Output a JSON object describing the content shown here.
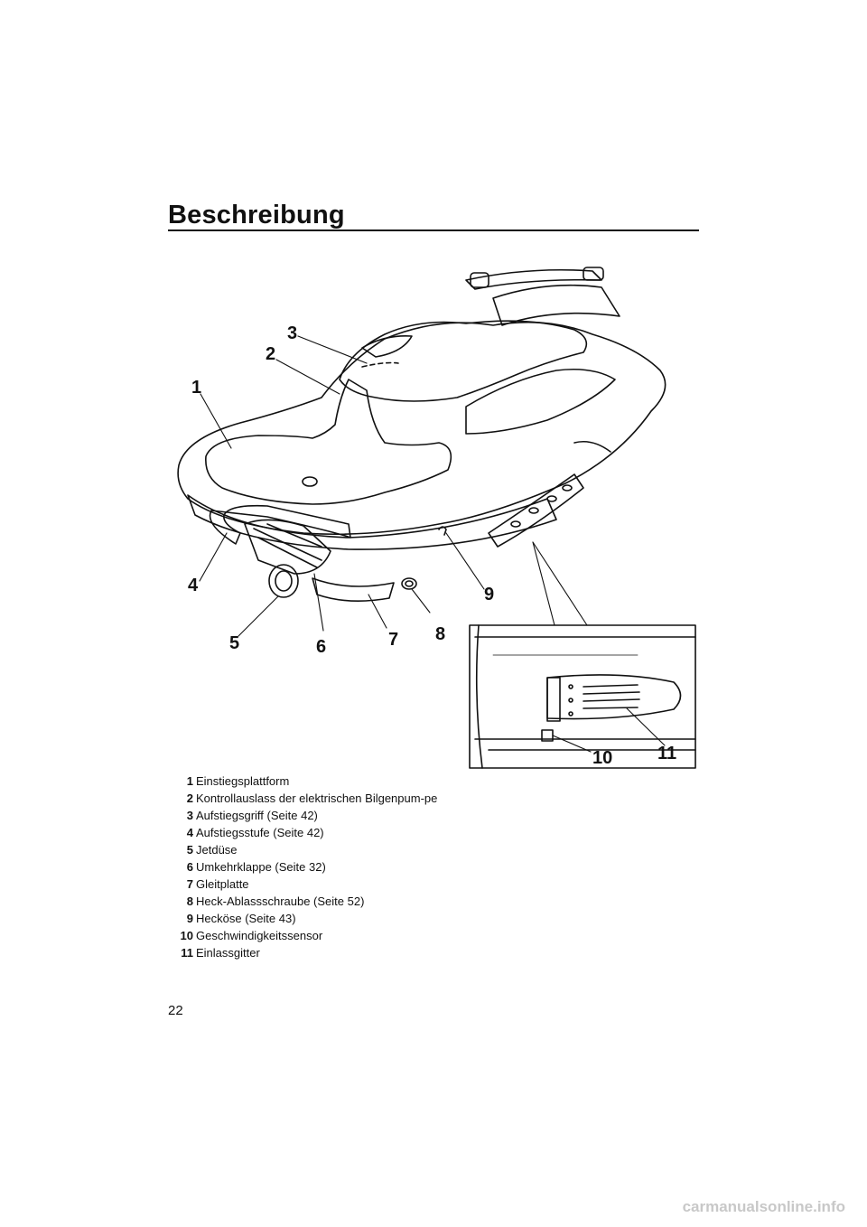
{
  "page": {
    "title": "Beschreibung",
    "page_number": "22",
    "watermark": "carmanualsonline.info"
  },
  "figure": {
    "callouts": [
      "1",
      "2",
      "3",
      "4",
      "5",
      "6",
      "7",
      "8",
      "9",
      "10",
      "11"
    ]
  },
  "legend": [
    {
      "num": "1",
      "text": "Einstiegsplattform"
    },
    {
      "num": "2",
      "text": "Kontrollauslass der elektrischen Bilgenpum-pe"
    },
    {
      "num": "3",
      "text": "Aufstiegsgriff (Seite 42)"
    },
    {
      "num": "4",
      "text": "Aufstiegsstufe (Seite 42)"
    },
    {
      "num": "5",
      "text": "Jetdüse"
    },
    {
      "num": "6",
      "text": "Umkehrklappe (Seite 32)"
    },
    {
      "num": "7",
      "text": "Gleitplatte"
    },
    {
      "num": "8",
      "text": "Heck-Ablassschraube (Seite 52)"
    },
    {
      "num": "9",
      "text": "Hecköse (Seite 43)"
    },
    {
      "num": "10",
      "text": "Geschwindigkeitssensor"
    },
    {
      "num": "11",
      "text": "Einlassgitter"
    }
  ]
}
